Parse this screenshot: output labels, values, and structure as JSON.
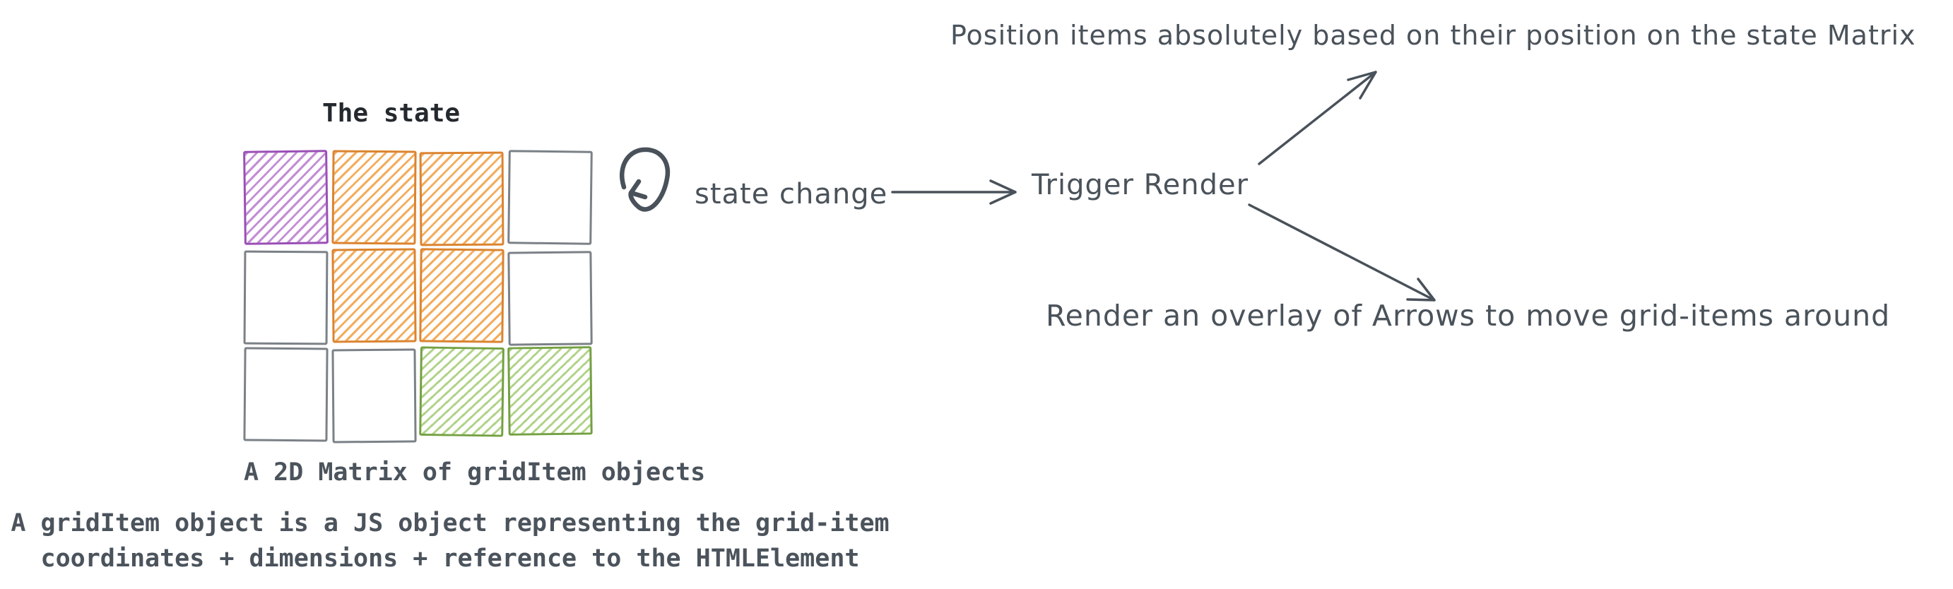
{
  "colors": {
    "background": "#FFFFFF",
    "ink": "#49515A",
    "handwriting": "#4A525A",
    "code_text": "#4B535C",
    "code_title": "#24292E"
  },
  "matrix_figure": {
    "title": "The state",
    "caption": "A 2D Matrix of gridItem objects",
    "footnote_line1": "A gridItem object is a JS object representing the grid-item",
    "footnote_line2": "coordinates + dimensions + reference to the HTMLElement",
    "grid": {
      "rows": 3,
      "cols": 4,
      "cells": [
        [
          "purple",
          "orange",
          "orange",
          "white"
        ],
        [
          "white",
          "orange",
          "orange",
          "white"
        ],
        [
          "white",
          "white",
          "green",
          "green"
        ]
      ],
      "palette": {
        "purple": {
          "stroke": "#9A4FB5",
          "hatch": "#C28CD4"
        },
        "orange": {
          "stroke": "#DB8430",
          "hatch": "#F2AC5C"
        },
        "green": {
          "stroke": "#73A041",
          "hatch": "#AFD287"
        },
        "white": {
          "stroke": "#7B8187",
          "hatch": "transparent"
        }
      }
    }
  },
  "flow": {
    "loop_icon": "cycle-loop-arrow",
    "state_change_label": "state change",
    "trigger_node": "Trigger Render",
    "branch_top_label": "Position items absolutely based on their position on the state Matrix",
    "branch_bottom_label": "Render an overlay of Arrows to move grid-items around"
  }
}
